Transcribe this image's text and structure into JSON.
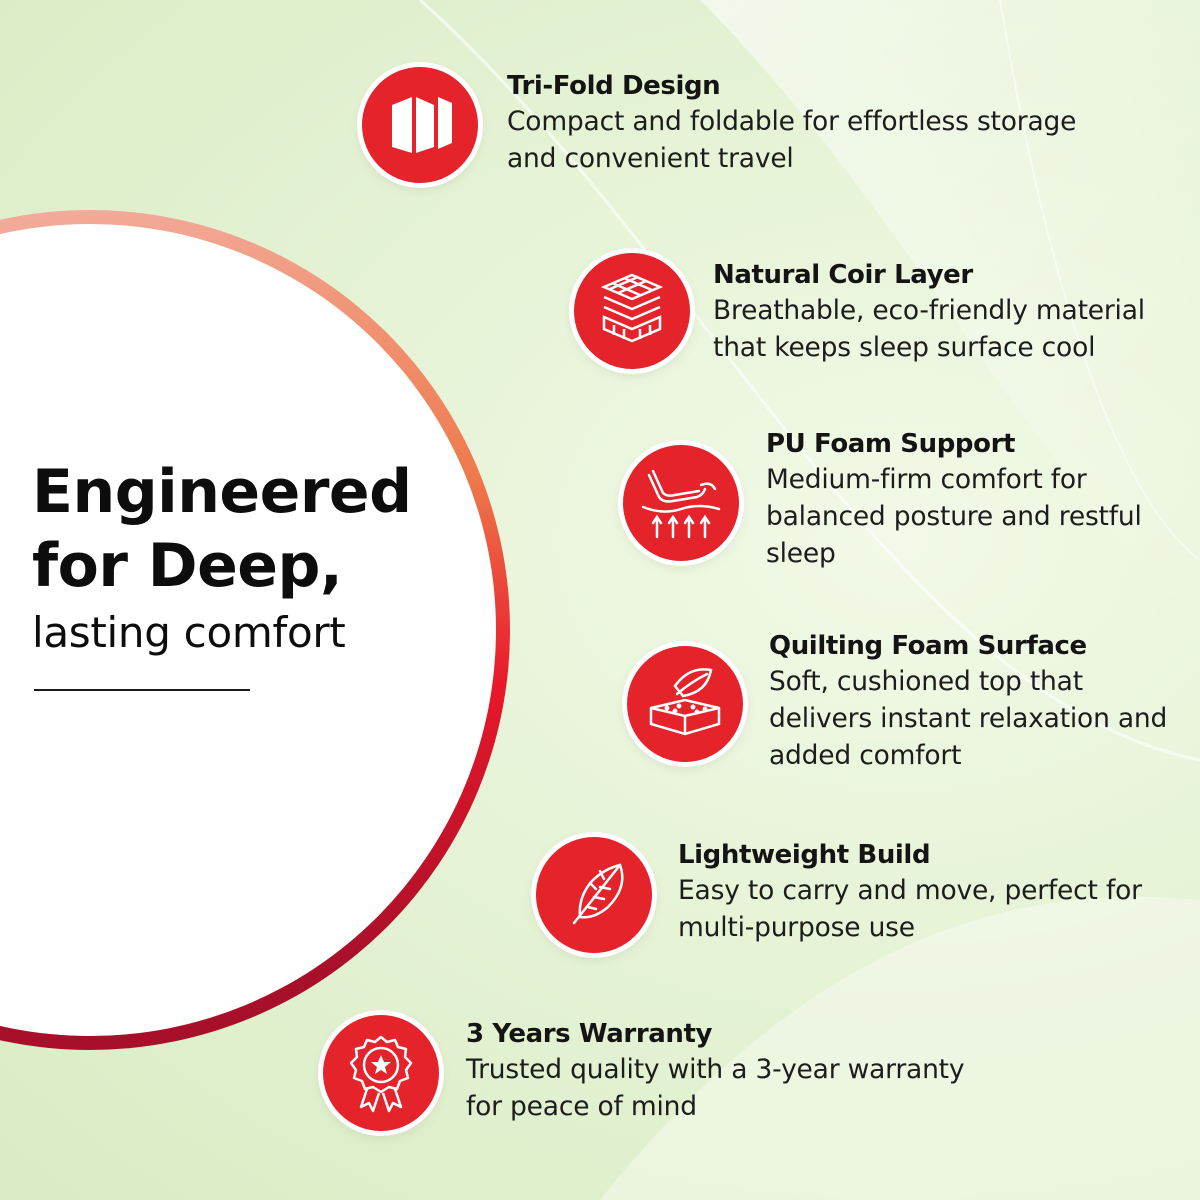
{
  "headline": {
    "line1": "Engineered",
    "line2": "for Deep,",
    "line3": "lasting comfort"
  },
  "colors": {
    "accent_red": "#e4232b",
    "ring_light": "#f3b4a8",
    "ring_dark": "#a8102a"
  },
  "features": [
    {
      "icon": "tri-fold-icon",
      "title": "Tri-Fold Design",
      "desc_lines": [
        "Compact and foldable for effortless storage",
        "and convenient travel"
      ]
    },
    {
      "icon": "coir-layers-icon",
      "title": "Natural Coir Layer",
      "desc_lines": [
        "Breathable, eco-friendly material",
        "that keeps sleep surface cool"
      ]
    },
    {
      "icon": "foam-support-icon",
      "title": "PU Foam Support",
      "desc_lines": [
        "Medium-firm comfort for",
        "balanced posture and restful",
        "sleep"
      ]
    },
    {
      "icon": "quilted-mattress-icon",
      "title": "Quilting Foam Surface",
      "desc_lines": [
        "Soft, cushioned top that",
        "delivers instant relaxation and",
        "added comfort"
      ]
    },
    {
      "icon": "feather-icon",
      "title": "Lightweight Build",
      "desc_lines": [
        "Easy to carry and move, perfect for",
        "multi-purpose use"
      ]
    },
    {
      "icon": "warranty-badge-icon",
      "title": "3 Years Warranty",
      "desc_lines": [
        "Trusted quality with a 3-year warranty",
        "for peace of mind"
      ]
    }
  ]
}
